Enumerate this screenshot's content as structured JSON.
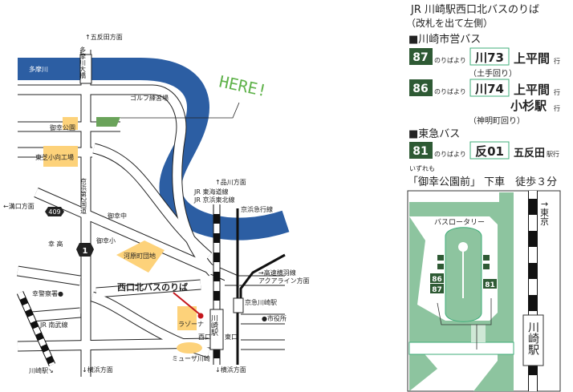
{
  "panel": {
    "title": "JR 川崎駅西口北バスのりば",
    "subtitle": "（改札を出て左側）",
    "sections": [
      {
        "heading": "■川崎市営バス",
        "routes": [
          {
            "stop": "87",
            "from": "のりばより",
            "route": "川73",
            "dest": "上平間",
            "suffix": "行",
            "via": "（土手回り）"
          },
          {
            "stop": "86",
            "from": "のりばより",
            "route": "川74",
            "dest": "上平間",
            "suffix": "行",
            "dest2": "小杉駅",
            "suffix2": "行",
            "via": "（神明町回り）"
          }
        ]
      },
      {
        "heading": "■東急バス",
        "routes": [
          {
            "stop": "81",
            "from": "のりばより",
            "route": "反01",
            "dest": "五反田",
            "suffix": "駅行"
          }
        ]
      }
    ],
    "note_small": "いずれも",
    "note": "「御幸公園前」 下車　徒歩３分"
  },
  "inset": {
    "rotary": "バスロータリー",
    "direction": "↑東京",
    "station": "川崎駅",
    "stops": [
      "86",
      "87",
      "81"
    ]
  },
  "map": {
    "river": "多摩川",
    "bridge": "多摩川大橋",
    "gotanda": "↑五反田方面",
    "golf": "ゴルフ練習場",
    "here": "HERE!",
    "park": "御幸公園",
    "toshiba": "東芝小向工場",
    "route2": "京浜第2国道",
    "shinagawa": "↑品川方面",
    "jr1": "JR 東海道線",
    "jr2": "JR 京浜東北線",
    "keikyu": "京浜急行線",
    "mizonokuchi": "←溝口方面",
    "r409": "409",
    "r1": "1",
    "miyuki_jhs": "御幸中",
    "miyuki_es": "御幸小",
    "saiwai_hs": "幸 高",
    "danchi": "河原町団地",
    "highway": "→高速横羽線",
    "aqualine": "アクアライン方面",
    "busstop": "西口北バスのりば",
    "police": "幸警察署●",
    "nambu": "JR 南武線",
    "keikyu_st": "京急川崎駅",
    "cityhall": "●市役所",
    "lazona": "ラゾーナ",
    "west": "西口",
    "east": "東口",
    "station": "川崎駅",
    "muza": "ミューザ川崎",
    "kawasaki_st": "川崎駅↘",
    "yokohama1": "↓横浜方面",
    "yokohama2": "↓横浜方面"
  },
  "colors": {
    "river": "#2c5ea3",
    "green": "#2e5a34",
    "facility": "#fdd27a",
    "park_green": "#6aa35a",
    "inset_green": "#8dc49f",
    "here": "#5fb24a",
    "pin": "#c4161c"
  }
}
